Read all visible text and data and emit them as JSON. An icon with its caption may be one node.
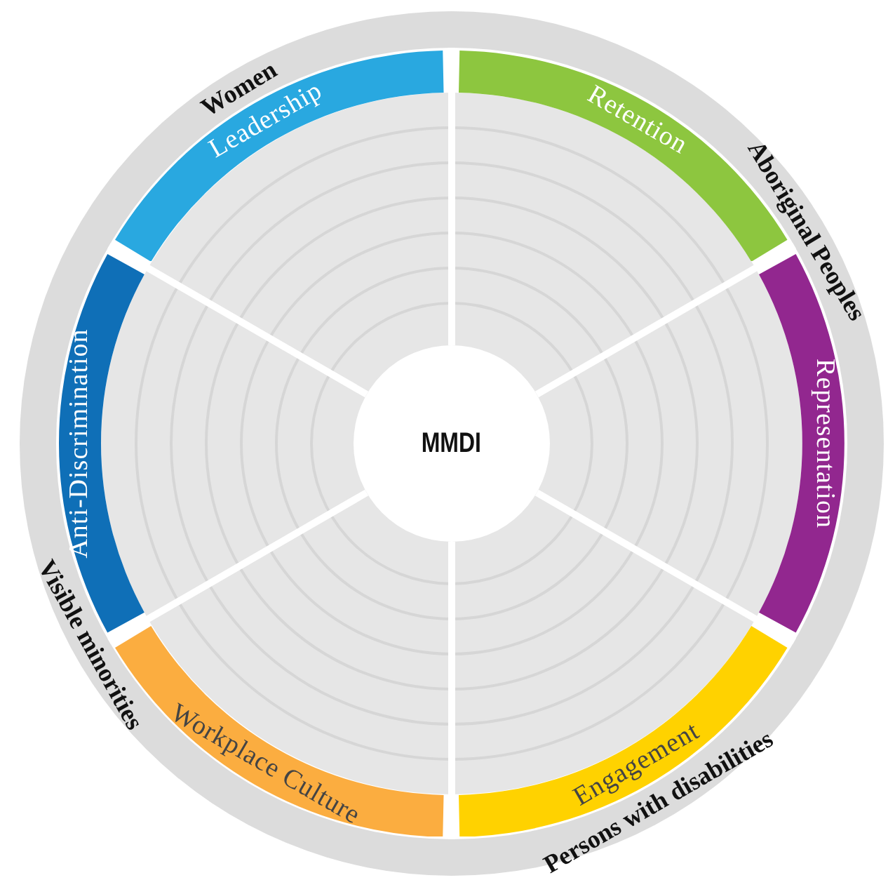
{
  "diagram": {
    "nodes": [
      {
        "text": [
          "MMDI"
        ]
      },
      {
        "text": [
          "Leadership"
        ]
      },
      {
        "text": [
          "Retention"
        ]
      },
      {
        "text": [
          "Representation"
        ]
      },
      {
        "text": [
          "Engagement"
        ]
      },
      {
        "text": [
          "Workplace Culture"
        ]
      },
      {
        "text": [
          "Anti-Discrimination"
        ]
      }
    ],
    "labels": [
      "Women",
      "Aboriginal Peoples",
      "Persons with disabilities",
      "Visible minorities"
    ]
  }
}
